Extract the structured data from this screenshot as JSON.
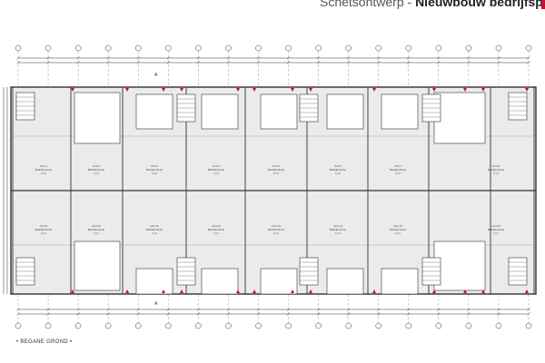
{
  "header": {
    "title_light": "Schetsontwerp",
    "title_sep": " - ",
    "title_bold": "Nieuwbouw bedrijfspan"
  },
  "drawing": {
    "caption": "• BEGANE GROND •",
    "section_top": "A",
    "section_bottom": "A",
    "grid_axis_count": 18,
    "accent_color": "#c8102e",
    "line_color": "#333333",
    "fill_color": "#e9ecea"
  },
  "units": [
    {
      "id": "1",
      "lines": [
        "Unit 1",
        "Bedrijfsruimte",
        "± m²"
      ]
    },
    {
      "id": "2",
      "lines": [
        "Unit 2",
        "Bedrijfsruimte",
        "± m²"
      ]
    },
    {
      "id": "3",
      "lines": [
        "Unit 3",
        "Bedrijfsruimte",
        "± m²"
      ]
    },
    {
      "id": "4",
      "lines": [
        "Unit 4",
        "Bedrijfsruimte",
        "± m²"
      ]
    },
    {
      "id": "5",
      "lines": [
        "Unit 5",
        "Bedrijfsruimte",
        "± m²"
      ]
    },
    {
      "id": "6",
      "lines": [
        "Unit 6",
        "Bedrijfsruimte",
        "± m²"
      ]
    },
    {
      "id": "7",
      "lines": [
        "Unit 7",
        "Bedrijfsruimte",
        "± m²"
      ]
    },
    {
      "id": "8",
      "lines": [
        "Unit 8",
        "Bedrijfsruimte",
        "± m²"
      ]
    },
    {
      "id": "9",
      "lines": [
        "Unit 9",
        "Bedrijfsruimte",
        "± m²"
      ]
    },
    {
      "id": "10",
      "lines": [
        "Unit 10",
        "Bedrijfsruimte",
        "± m²"
      ]
    },
    {
      "id": "11",
      "lines": [
        "Unit 11",
        "Bedrijfsruimte",
        "± m²"
      ]
    },
    {
      "id": "12",
      "lines": [
        "Unit 12",
        "Bedrijfsruimte",
        "± m²"
      ]
    },
    {
      "id": "13",
      "lines": [
        "Unit 13",
        "Bedrijfsruimte",
        "± m²"
      ]
    },
    {
      "id": "14",
      "lines": [
        "Unit 14",
        "Bedrijfsruimte",
        "± m²"
      ]
    },
    {
      "id": "15",
      "lines": [
        "Unit 15",
        "Bedrijfsruimte",
        "± m²"
      ]
    },
    {
      "id": "16",
      "lines": [
        "Unit 16",
        "Bedrijfsruimte",
        "± m²"
      ]
    }
  ]
}
